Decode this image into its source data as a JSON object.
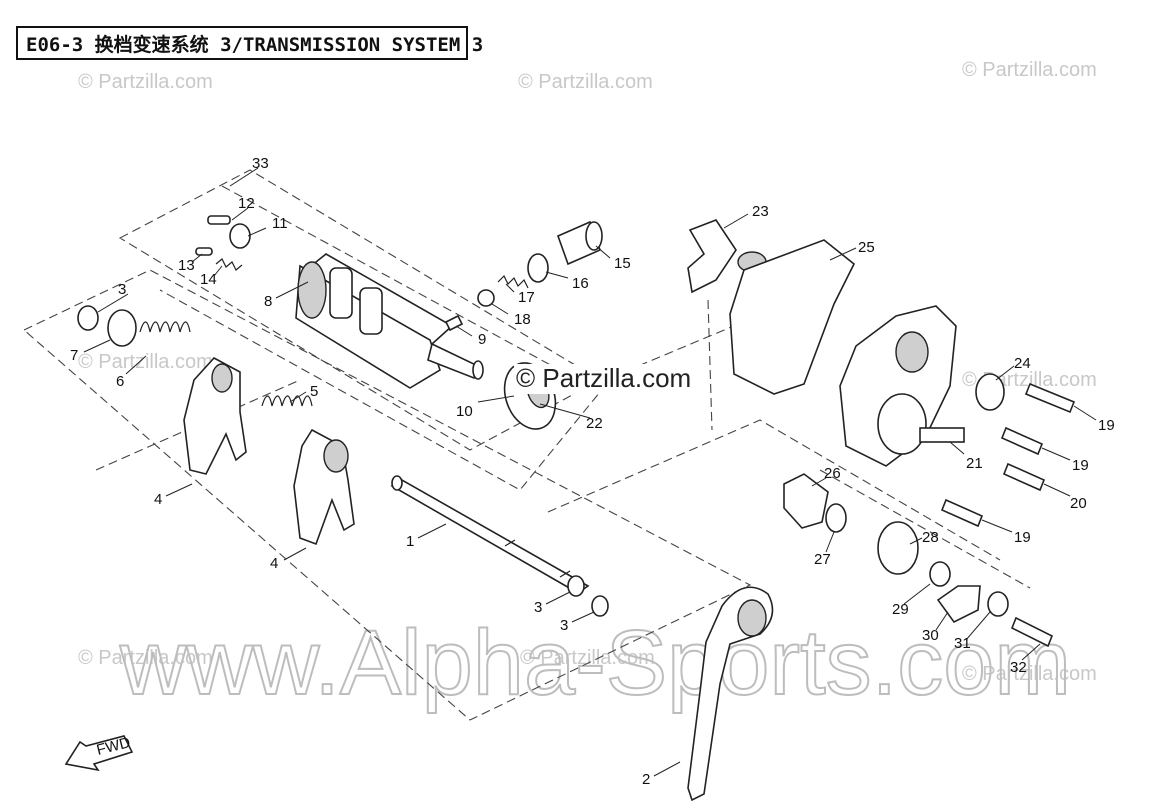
{
  "title": "E06-3 换档变速系统 3/TRANSMISSION SYSTEM 3",
  "watermarks": {
    "small": "© Partzilla.com",
    "center": "© Partzilla.com",
    "big": "www.Alpha-Sports.com"
  },
  "fwd_label": "FWD",
  "callouts": {
    "c1": "1",
    "c2": "2",
    "c3a": "3",
    "c3b": "3",
    "c3c": "3",
    "c4a": "4",
    "c4b": "4",
    "c5": "5",
    "c6": "6",
    "c7": "7",
    "c8": "8",
    "c9": "9",
    "c10": "10",
    "c11": "11",
    "c12": "12",
    "c13": "13",
    "c14": "14",
    "c15": "15",
    "c16": "16",
    "c17": "17",
    "c18": "18",
    "c19a": "19",
    "c19b": "19",
    "c19c": "19",
    "c20": "20",
    "c21": "21",
    "c22": "22",
    "c23": "23",
    "c24": "24",
    "c25": "25",
    "c26": "26",
    "c27": "27",
    "c28": "28",
    "c29": "29",
    "c30": "30",
    "c31": "31",
    "c32": "32",
    "c33": "33"
  },
  "colors": {
    "line": "#222222",
    "watermark": "#bdbdbd"
  }
}
